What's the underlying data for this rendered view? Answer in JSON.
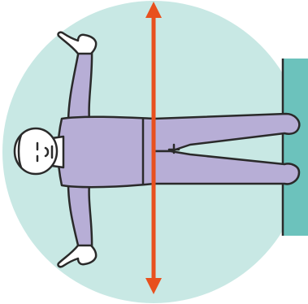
{
  "colors": {
    "page_background": "#ffffff",
    "circle_fill": "#c8e8e4",
    "ground_fill": "#6cc2bc",
    "ground_edge": "#2a2a2a",
    "body_fill": "#b7aed6",
    "skin_fill": "#ffffff",
    "outline": "#2a2a2a",
    "axis_arrow": "#e8501e"
  },
  "figure": {
    "pose": "lying-supine-arms-raised",
    "axis_orientation": "vertical",
    "axis_type": "double-headed-arrow"
  }
}
